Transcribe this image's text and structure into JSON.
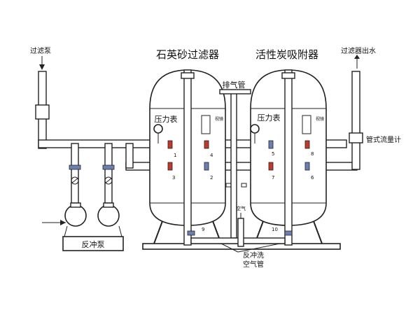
{
  "title_left": "石英砂过滤器",
  "title_right": "活性炭吸附器",
  "label_pump_in": "过滤泵",
  "label_outlet": "过滤器出水",
  "label_exhaust": "排气管",
  "label_gauge_left": "压力表",
  "label_gauge_right": "压力表",
  "label_flowmeter": "管式流量计",
  "label_backwash_pump": "反冲泵",
  "label_air": "空气",
  "label_backwash_air_1": "反冲洗",
  "label_backwash_air_2": "空气管",
  "label_sight_left": "视镜",
  "label_sight_right": "视镜",
  "valve_numbers": [
    "1",
    "2",
    "3",
    "4",
    "5",
    "6",
    "7",
    "8",
    "9",
    "10"
  ]
}
